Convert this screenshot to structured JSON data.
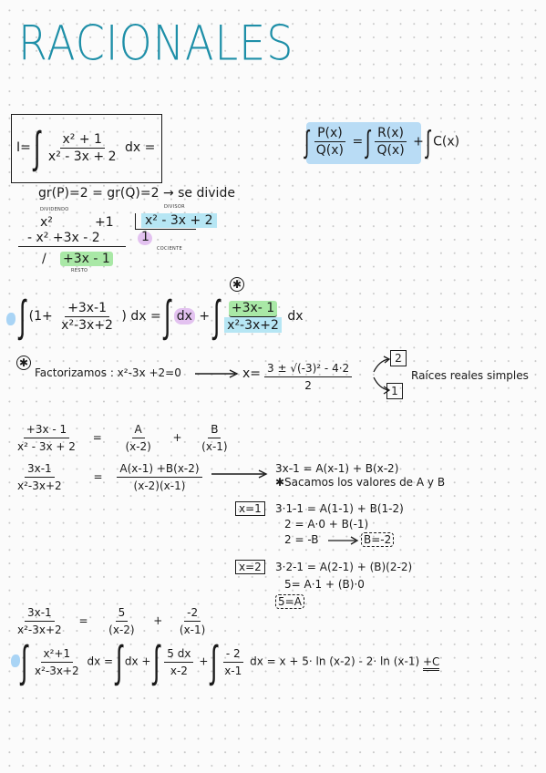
{
  "title": "RACIONALES",
  "formula_box": {
    "lhs": "I=",
    "num": "x² + 1",
    "den": "x² - 3x + 2",
    "tail": "dx ="
  },
  "rule": {
    "num1": "P(x)",
    "den1": "Q(x)",
    "eq": "=",
    "num2": "R(x)",
    "den2": "Q(x)",
    "plus": "+",
    "tail": "C(x)"
  },
  "degree_line": "gr(P)=2 = gr(Q)=2 → se divide",
  "division": {
    "label_dividend": "DIVIDENDO",
    "label_divisor": "DIVISOR",
    "label_quotient": "COCIENTE",
    "label_remainder": "RESTO",
    "dividend_a": "x²",
    "dividend_b": "+1",
    "subtract": "- x² +3x - 2",
    "divisor": "x² - 3x + 2",
    "quotient": "1",
    "slash": "/",
    "remainder": "+3x - 1"
  },
  "step1": {
    "open": "(1+",
    "num": "+3x-1",
    "den": "x²-3x+2",
    "close": ") dx =",
    "dx": "dx",
    "plus": "+",
    "num2": "+3x- 1",
    "den2": "x²-3x+2",
    "tail": "dx",
    "star": "✱"
  },
  "factor": {
    "star": "✱",
    "text": "Factorizamos : x²-3x +2=0",
    "x_eq": "x=",
    "num": "3 ± √(-3)² - 4·2",
    "den": "2",
    "root_high": "2",
    "root_low": "1",
    "note": "Raíces reales simples"
  },
  "partial": {
    "num1": "+3x - 1",
    "den1": "x² - 3x + 2",
    "eq": "=",
    "a_num": "A",
    "a_den": "(x-2)",
    "plus": "+",
    "b_num": "B",
    "b_den": "(x-1)",
    "num2": "3x-1",
    "den2": "x²-3x+2",
    "eq2": "=",
    "c_num": "A(x-1) +B(x-2)",
    "c_den": "(x-2)(x-1)",
    "result_line": "3x-1 = A(x-1) + B(x-2)",
    "result_note": "✱Sacamos los valores de A y B"
  },
  "case1": {
    "label": "x=1",
    "l1": "3·1-1 = A(1-1) + B(1-2)",
    "l2": "2 = A·0 + B(-1)",
    "l3": "2 = -B",
    "res": "B=-2"
  },
  "case2": {
    "label": "x=2",
    "l1": "3·2-1 = A(2-1) + (B)(2-2)",
    "l2": "5= A·1 + (B)·0",
    "res": "5=A"
  },
  "result_frac": {
    "num1": "3x-1",
    "den1": "x²-3x+2",
    "eq": "=",
    "n2": "5",
    "d2": "(x-2)",
    "plus": "+",
    "n3": "-2",
    "d3": "(x-1)"
  },
  "final": {
    "num": "x²+1",
    "den": "x²-3x+2",
    "dx1": "dx =",
    "dx2": "dx +",
    "n5": "5",
    "dx_small": "dx",
    "d5": "x-2",
    "plus": "+",
    "nm2": "- 2",
    "dm1": "x-1",
    "answer": "dx = x + 5· ln (x-2) - 2· ln (x-1)",
    "c": "+C"
  }
}
